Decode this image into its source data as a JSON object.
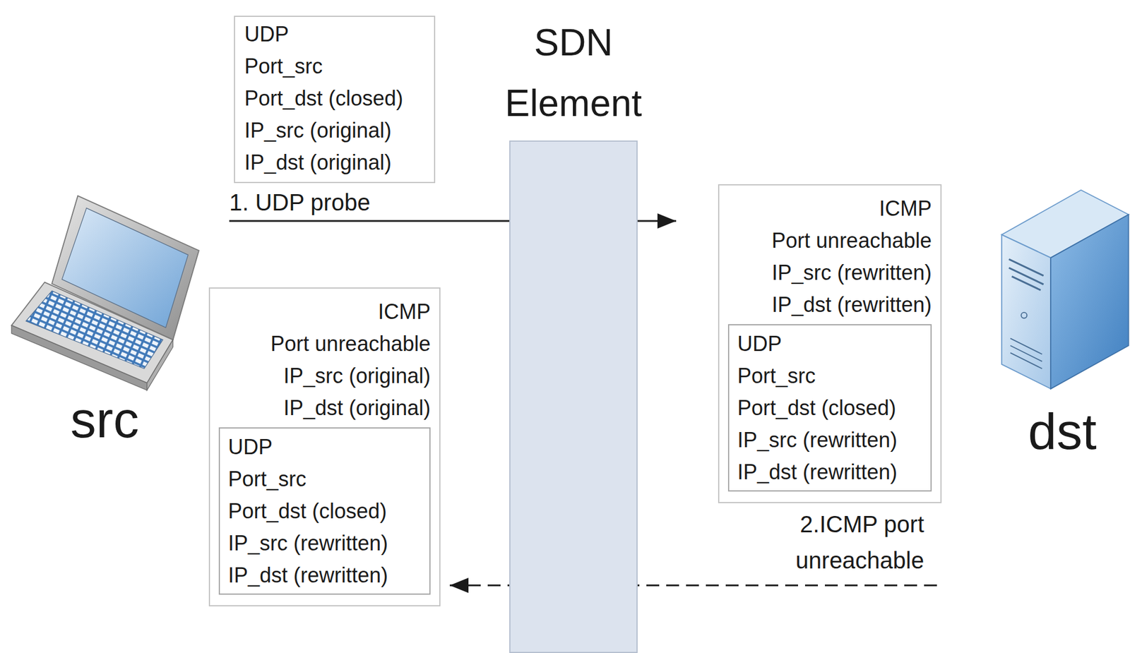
{
  "diagram": {
    "nodes": [
      {
        "text": [
          "UDP",
          "Port_src",
          "Port_dst (closed)",
          "IP_src (original)",
          "IP_dst (original)"
        ]
      },
      {
        "text": [
          "SDN Element"
        ]
      },
      {
        "text": [
          "ICMP",
          "Port unreachable",
          "IP_src (rewritten)",
          "IP_dst (rewritten)"
        ]
      },
      {
        "text": [
          "UDP",
          "Port_src",
          "Port_dst (closed)",
          "IP_src (rewritten)",
          "IP_dst (rewritten)"
        ],
        "in": 2
      },
      {
        "text": [
          "src"
        ]
      },
      {
        "text": [
          "ICMP",
          "Port unreachable",
          "IP_src (original)",
          "IP_dst (original)"
        ]
      },
      {
        "text": [
          "UDP",
          "Port_src",
          "Port_dst (closed)",
          "IP_src (rewritten)",
          "IP_dst (rewritten)"
        ],
        "in": 5
      },
      {
        "text": [
          "dst"
        ]
      }
    ],
    "edges": [
      {
        "from": 4,
        "to": 7,
        "arrow": "to",
        "label": "1. UDP probe"
      },
      {
        "from": 7,
        "to": 4,
        "arrow": "to",
        "label": "2.ICMP port unreachable"
      }
    ]
  }
}
